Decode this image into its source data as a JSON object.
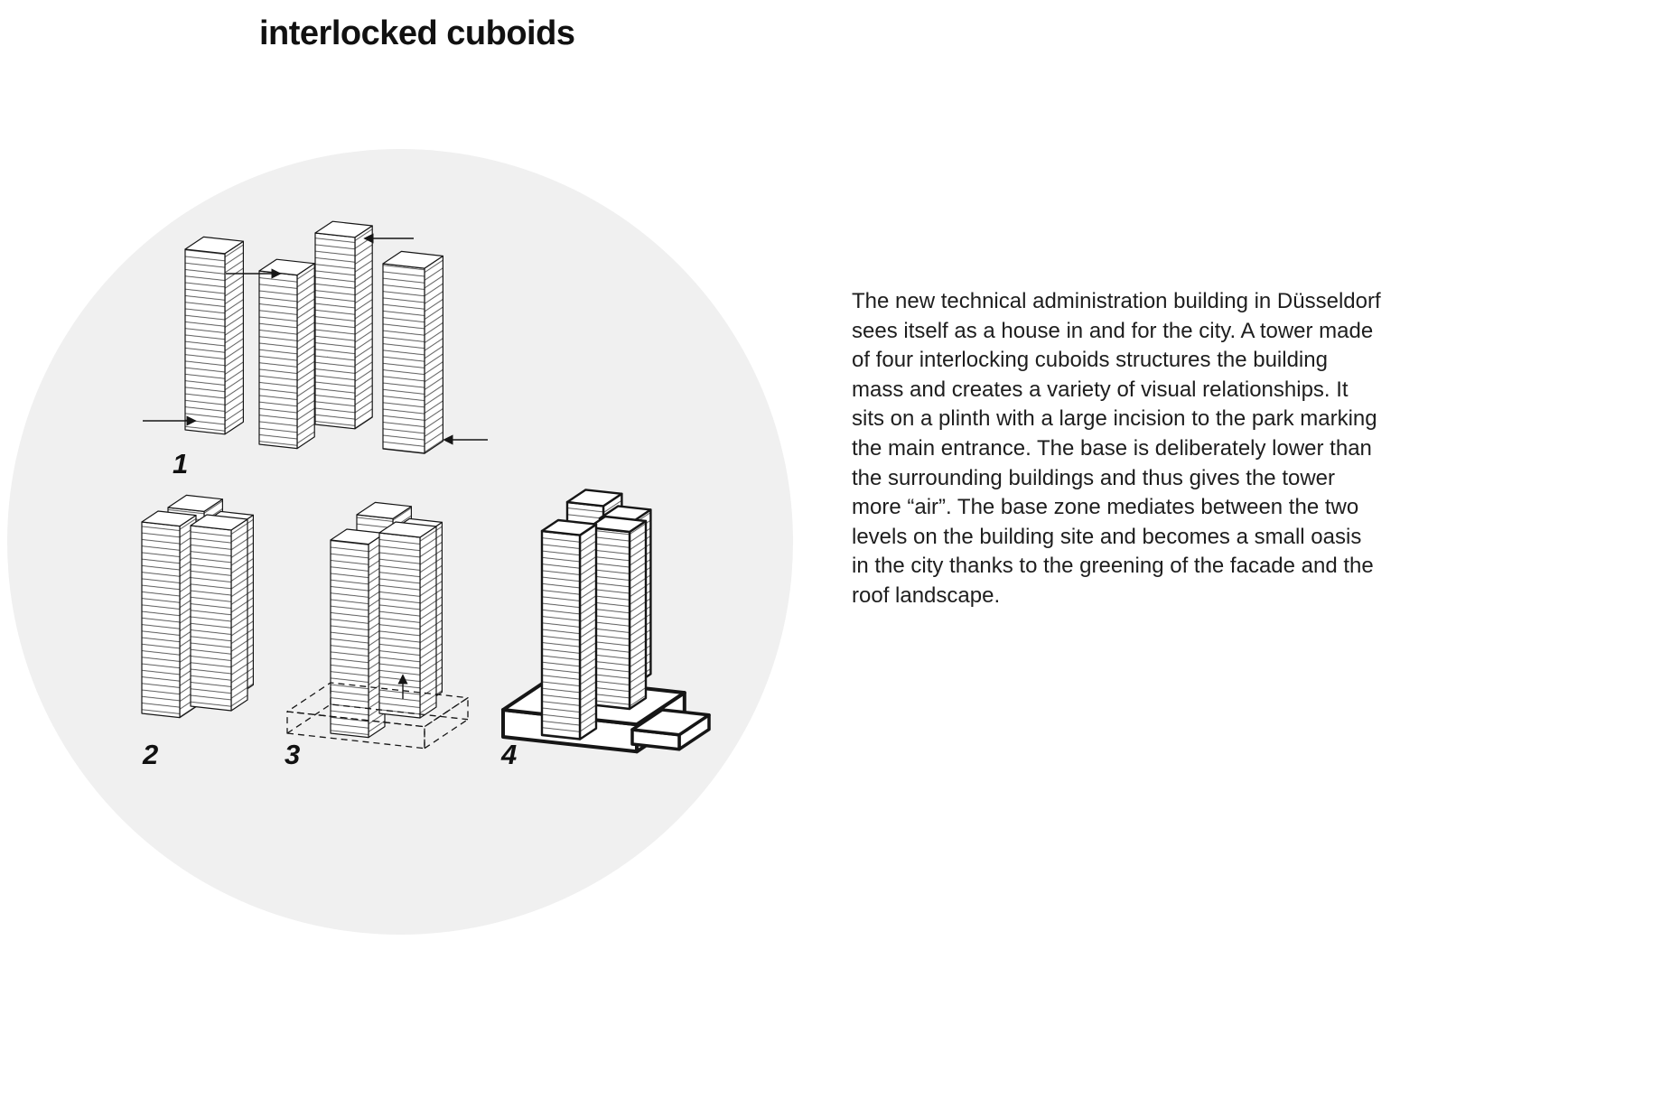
{
  "title": "interlocked cuboids",
  "description": "The new technical administration building in Düsseldorf sees itself as a house in and for the city. A tower made of four interlocking cuboids structures the building mass and creates a variety of visual relationships. It sits on a plinth with a large incision to the park marking the main entrance. The base is deliberately lower than the surrounding buildings and thus gives the tower more “air”. The base zone mediates between the two levels on the building site and becomes a small oasis in the city thanks to the greening of the facade and the roof landscape.",
  "diagram": {
    "background_color": "#f0f0f0",
    "ink_color": "#161616",
    "steps": [
      {
        "label": "1"
      },
      {
        "label": "2"
      },
      {
        "label": "3"
      },
      {
        "label": "4"
      }
    ]
  }
}
